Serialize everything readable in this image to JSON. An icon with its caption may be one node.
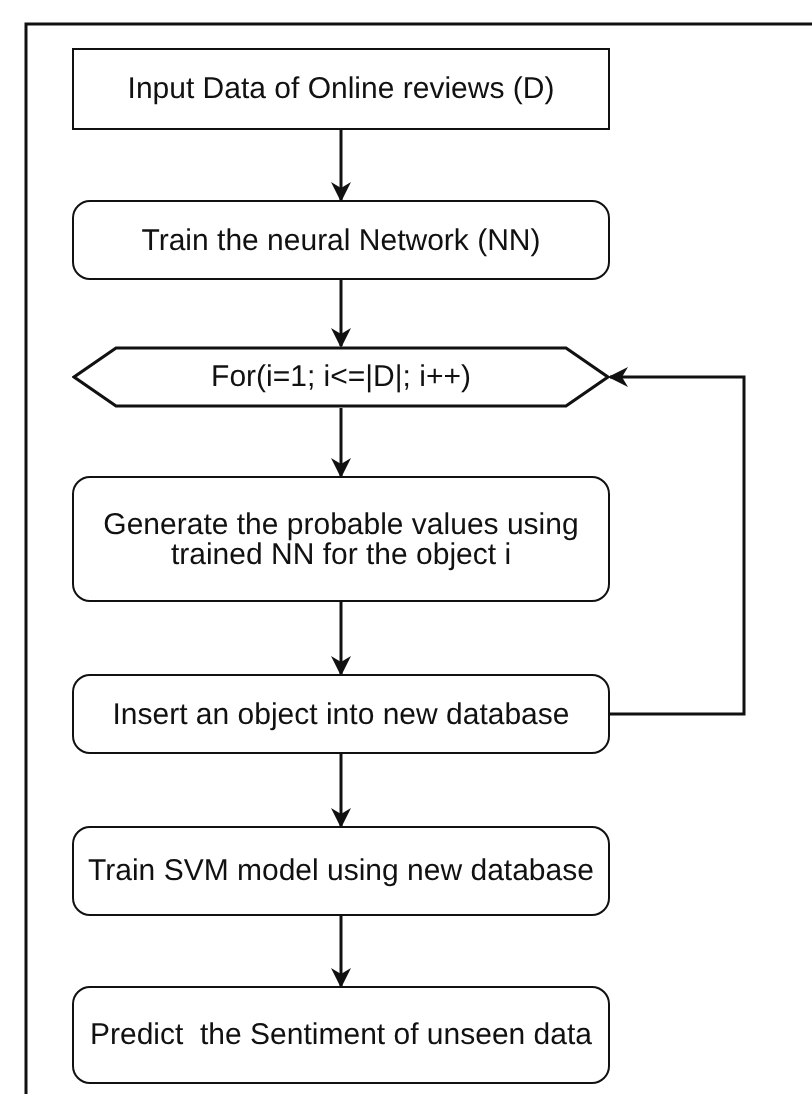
{
  "diagram": {
    "nodes": [
      {
        "text": [
          "Input Data of Online reviews (D)"
        ]
      },
      {
        "text": [
          "Train the neural Network (NN)"
        ]
      },
      {
        "text": [
          "For(i=1; i<=|D|; i++)"
        ]
      },
      {
        "text": [
          "Generate the probable values using trained NN for the object i"
        ]
      },
      {
        "text": [
          "Insert an object into new database"
        ]
      },
      {
        "text": [
          "Train SVM model using new database"
        ]
      },
      {
        "text": [
          "Predict  the Sentiment of unseen data"
        ]
      }
    ],
    "edges": [
      {
        "from": 0,
        "to": 1,
        "arrow": "to"
      },
      {
        "from": 1,
        "to": 2,
        "arrow": "to"
      },
      {
        "from": 2,
        "to": 3,
        "arrow": "to"
      },
      {
        "from": 3,
        "to": 4,
        "arrow": "to"
      },
      {
        "from": 4,
        "to": 5,
        "arrow": "to"
      },
      {
        "from": 5,
        "to": 6,
        "arrow": "to"
      },
      {
        "from": 4,
        "to": 2,
        "arrow": "to"
      }
    ]
  }
}
